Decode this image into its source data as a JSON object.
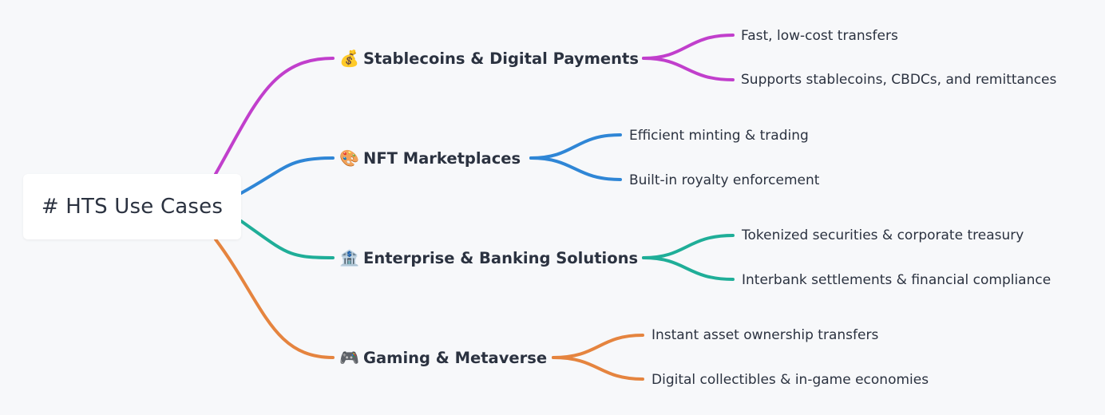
{
  "root": {
    "label": "# HTS Use Cases"
  },
  "branches": [
    {
      "icon": "money-bag-icon",
      "emoji": "💰",
      "label": "Stablecoins & Digital Payments",
      "color": "#c13fcc",
      "children": [
        "Fast, low-cost transfers",
        "Supports stablecoins, CBDCs, and remittances"
      ]
    },
    {
      "icon": "artist-palette-icon",
      "emoji": "🎨",
      "label": "NFT Marketplaces",
      "color": "#2f86d6",
      "children": [
        "Efficient minting & trading",
        "Built-in royalty enforcement"
      ]
    },
    {
      "icon": "bank-icon",
      "emoji": "🏦",
      "label": "Enterprise & Banking Solutions",
      "color": "#1fae98",
      "children": [
        "Tokenized securities & corporate treasury",
        "Interbank settlements & financial compliance"
      ]
    },
    {
      "icon": "game-controller-icon",
      "emoji": "🎮",
      "label": "Gaming & Metaverse",
      "color": "#e5843f",
      "children": [
        "Instant asset ownership transfers",
        "Digital collectibles & in-game economies"
      ]
    }
  ]
}
